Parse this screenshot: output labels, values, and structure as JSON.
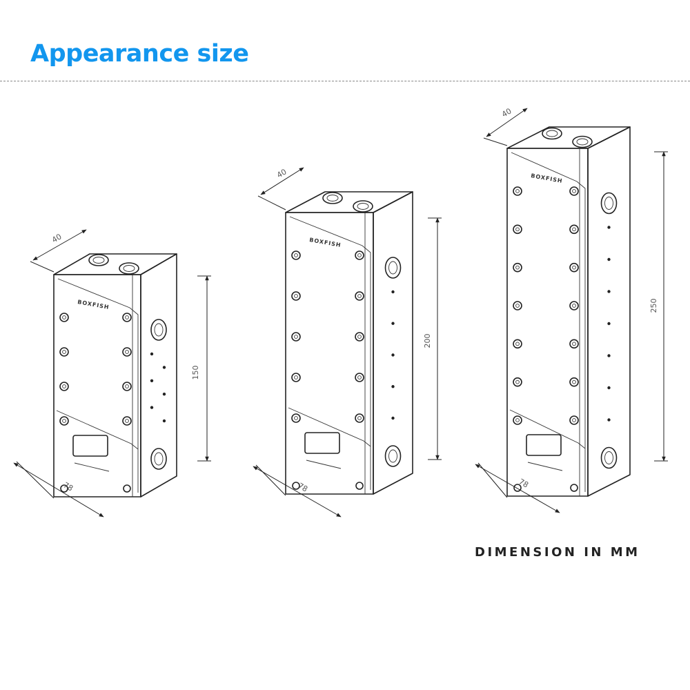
{
  "title": "Appearance size",
  "footer": "DIMENSION IN MM",
  "accent_color": "#1296ee",
  "brand_logo": "BOXFISH",
  "blocks": [
    {
      "name": "block-150",
      "thickness": "40",
      "width": "78",
      "height": "150",
      "screws_per_column": 4,
      "side_dots": 6
    },
    {
      "name": "block-200",
      "thickness": "40",
      "width": "78",
      "height": "200",
      "screws_per_column": 5,
      "side_dots": 5
    },
    {
      "name": "block-250",
      "thickness": "40",
      "width": "78",
      "height": "250",
      "screws_per_column": 7,
      "side_dots": 7
    }
  ]
}
